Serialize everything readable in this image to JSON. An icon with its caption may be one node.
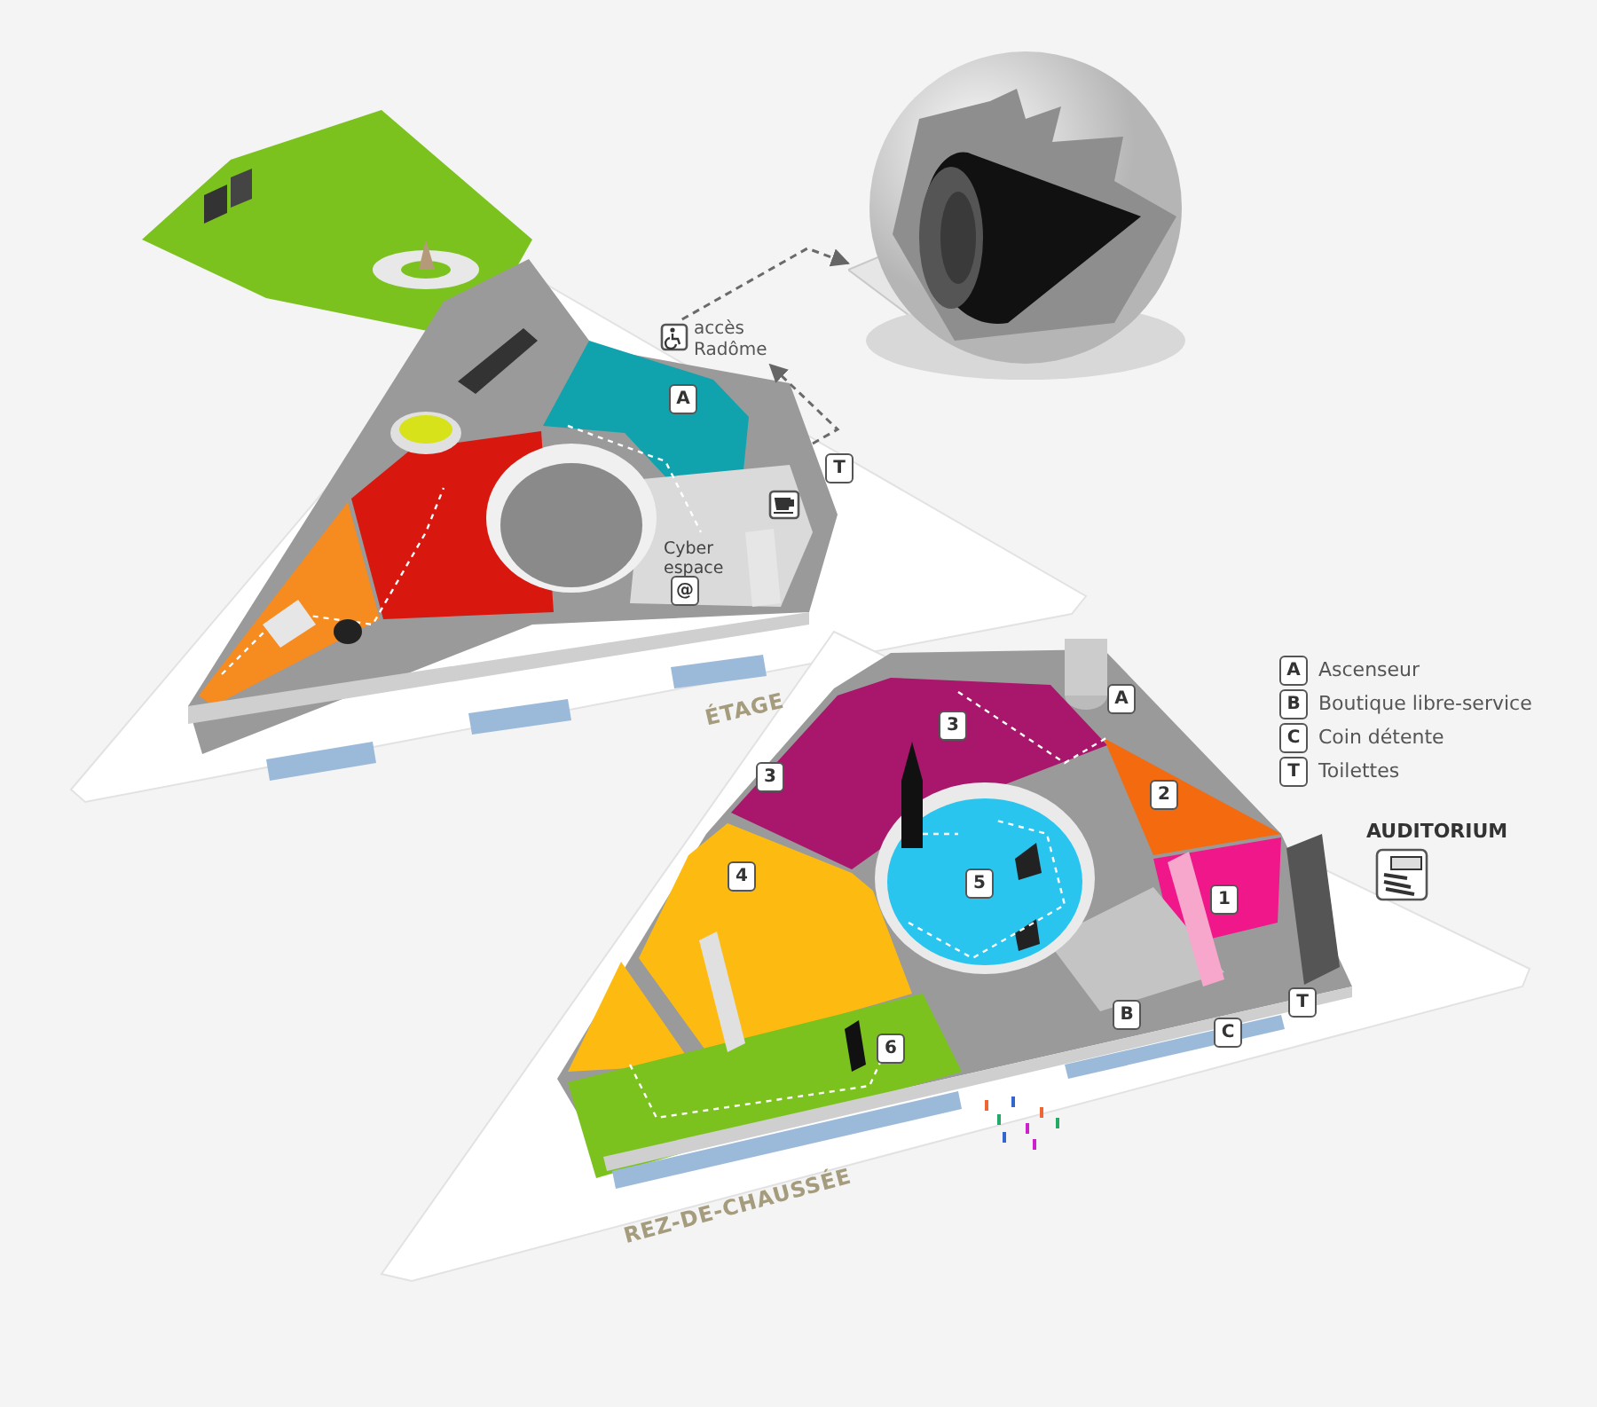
{
  "diagram": {
    "nodes": [
      {
        "text": [
          "accès Radôme"
        ]
      },
      {
        "text": [],
        "shape": "picture"
      }
    ],
    "edges": [
      {
        "from": null,
        "to": 0,
        "arrow": "to",
        "style": "dashed"
      },
      {
        "from": 0,
        "to": 1,
        "arrow": "to",
        "style": "dashed"
      }
    ],
    "labels": [
      "A",
      "T",
      "Cyber espace",
      "@",
      "ÉTAGE",
      "A",
      "Ascenseur",
      "A",
      "B",
      "Boutique libre-service",
      "3",
      "C",
      "Coin détente",
      "3",
      "T",
      "Toilettes",
      "2",
      "AUDITORIUM",
      "4",
      "5",
      "1",
      "T",
      "B",
      "C",
      "6",
      "REZ-DE-CHAUSSÉE"
    ]
  }
}
